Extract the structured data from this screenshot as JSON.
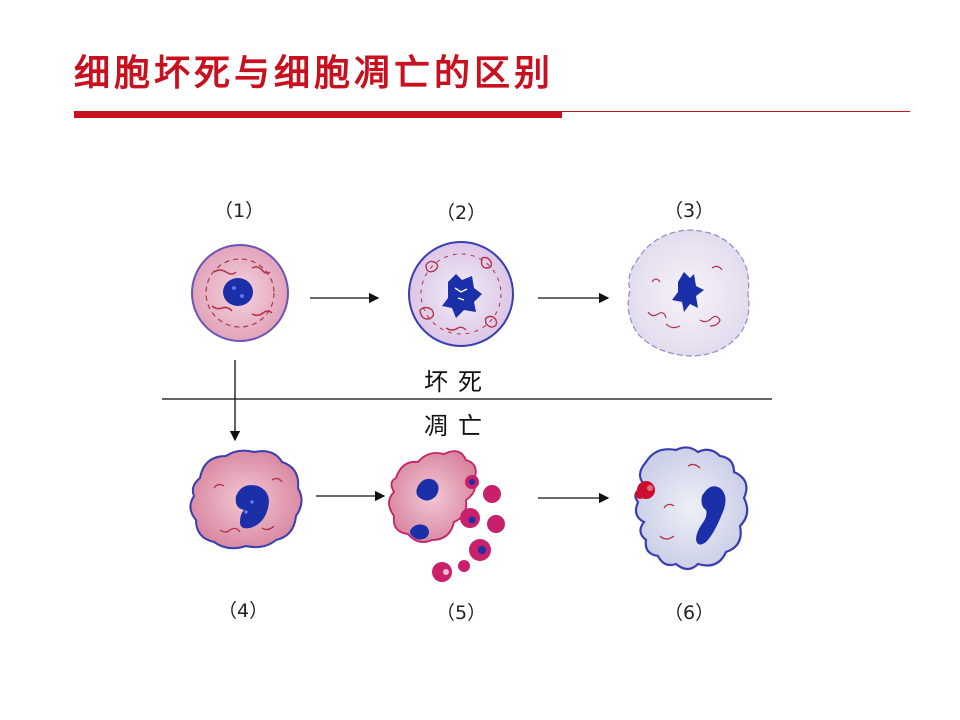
{
  "slide": {
    "title": "细胞坏死与细胞凋亡的区别"
  },
  "figure": {
    "labels": [
      "（1）",
      "（2）",
      "（3）",
      "（4）",
      "（5）",
      "（6）"
    ],
    "pathway_top": "坏死",
    "pathway_bottom": "凋亡"
  },
  "colors": {
    "title": "#c8101e",
    "nucleus": "#1a2fa8",
    "cell_pink": "#e9aec3",
    "cell_lilac": "#e4d2ec",
    "membrane": "#3a3fb0",
    "organelle": "#b2334a"
  }
}
